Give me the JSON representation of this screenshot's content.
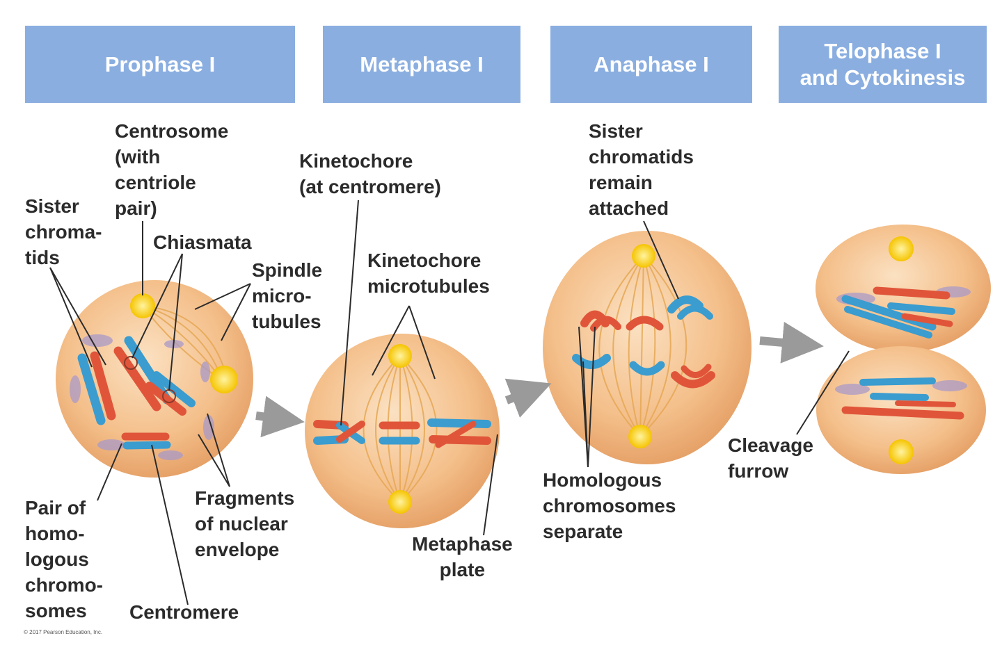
{
  "headers": {
    "prophase": "Prophase I",
    "metaphase": "Metaphase I",
    "anaphase": "Anaphase I",
    "telophase": "Telophase I\nand Cytokinesis"
  },
  "labels": {
    "sister_chromatids": "Sister\nchroma-\ntids",
    "centrosome": "Centrosome\n(with\ncentriole\npair)",
    "chiasmata": "Chiasmata",
    "spindle_microtubules": "Spindle\nmicro-\ntubules",
    "pair_homologous": "Pair of\nhomo-\nlogous\nchromo-\nsomes",
    "centromere": "Centromere",
    "fragments_nuclear_envelope": "Fragments\nof nuclear\nenvelope",
    "kinetochore": "Kinetochore\n(at centromere)",
    "kinetochore_microtubules": "Kinetochore\nmicrotubules",
    "metaphase_plate": "Metaphase\nplate",
    "sister_chromatids_attached": "Sister\nchromatids\nremain\nattached",
    "homologous_separate": "Homologous\nchromosomes\nseparate",
    "cleavage_furrow": "Cleavage\nfurrow"
  },
  "copyright": "© 2017 Pearson Education, Inc.",
  "colors": {
    "header_bg": "#8aaee0",
    "cell_fill": "#f4bf8a",
    "chromatid_red": "#e0553a",
    "chromatid_blue": "#3a9ccf",
    "centrosome": "#f5c400",
    "nuclear_fragment": "#a99ac8"
  }
}
